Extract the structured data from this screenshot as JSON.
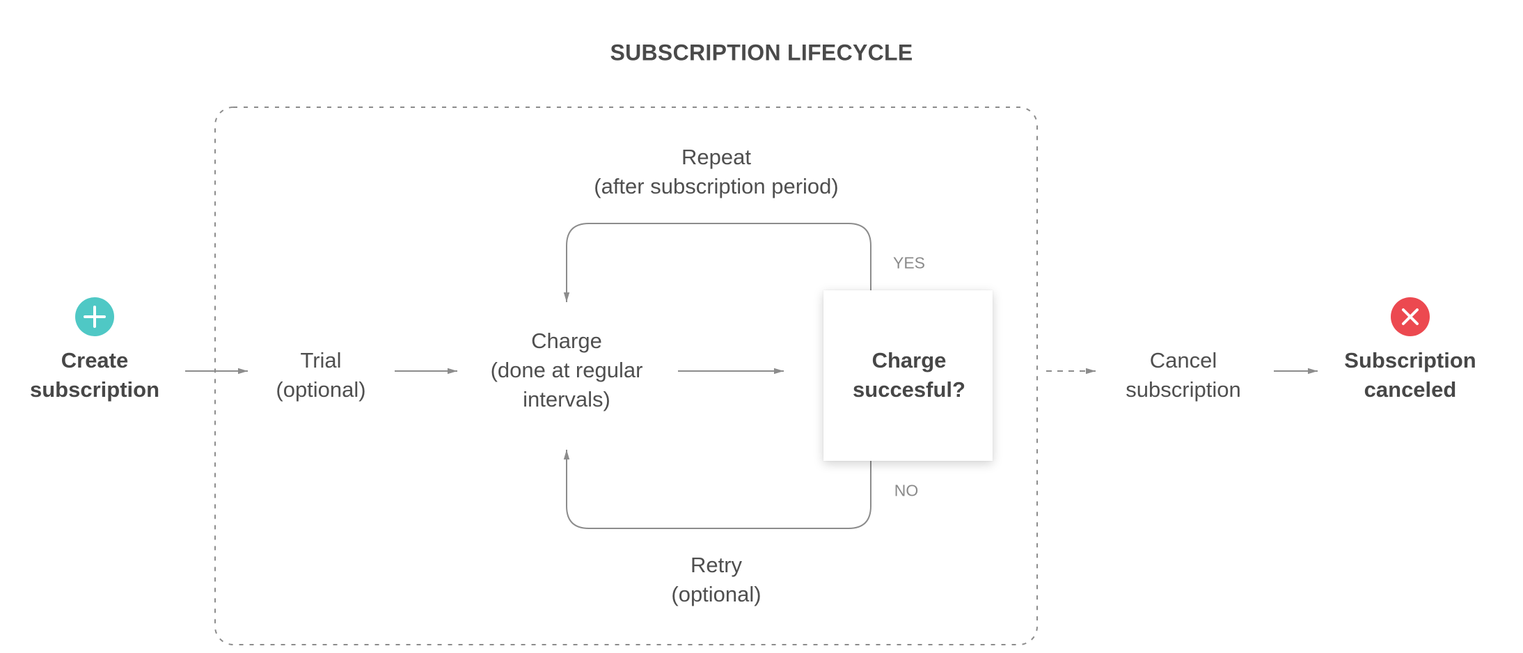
{
  "title": "SUBSCRIPTION LIFECYCLE",
  "colors": {
    "start_icon": "#4fc8c5",
    "end_icon": "#ec4950",
    "line": "#8c8c8c",
    "text": "#4a4a4a"
  },
  "nodes": {
    "create": {
      "line1": "Create",
      "line2": "subscription",
      "icon": "plus-icon"
    },
    "trial": {
      "line1": "Trial",
      "line2": "(optional)"
    },
    "charge": {
      "line1": "Charge",
      "line2": "(done at regular",
      "line3": "intervals)"
    },
    "decision": {
      "line1": "Charge",
      "line2": "succesful?"
    },
    "cancel": {
      "line1": "Cancel",
      "line2": "subscription"
    },
    "canceled": {
      "line1": "Subscription",
      "line2": "canceled",
      "icon": "close-icon"
    }
  },
  "loops": {
    "repeat": {
      "line1": "Repeat",
      "line2": "(after subscription period)"
    },
    "retry": {
      "line1": "Retry",
      "line2": "(optional)"
    }
  },
  "branches": {
    "yes": "YES",
    "no": "NO"
  }
}
